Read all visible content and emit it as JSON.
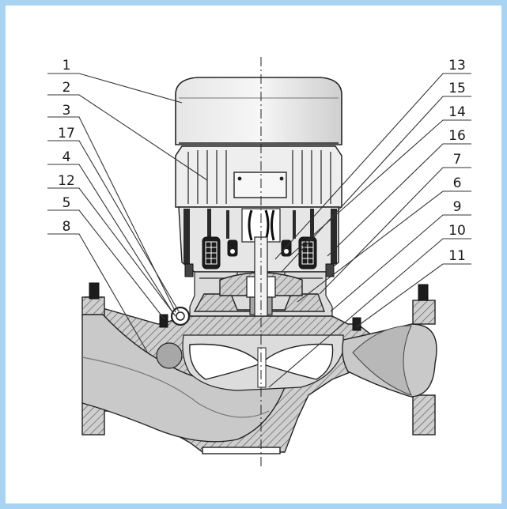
{
  "labels_left": [
    "1",
    "2",
    "3",
    "17",
    "4",
    "12",
    "5",
    "8"
  ],
  "labels_right": [
    "13",
    "15",
    "14",
    "16",
    "7",
    "6",
    "9",
    "10",
    "11"
  ],
  "colors": {
    "frame": "#a9d3f2",
    "metal_light": "#dcdcdc",
    "metal_mid": "#a7a7a7",
    "body_fill": "#c9c9c9",
    "dark": "#1c1c1c"
  }
}
